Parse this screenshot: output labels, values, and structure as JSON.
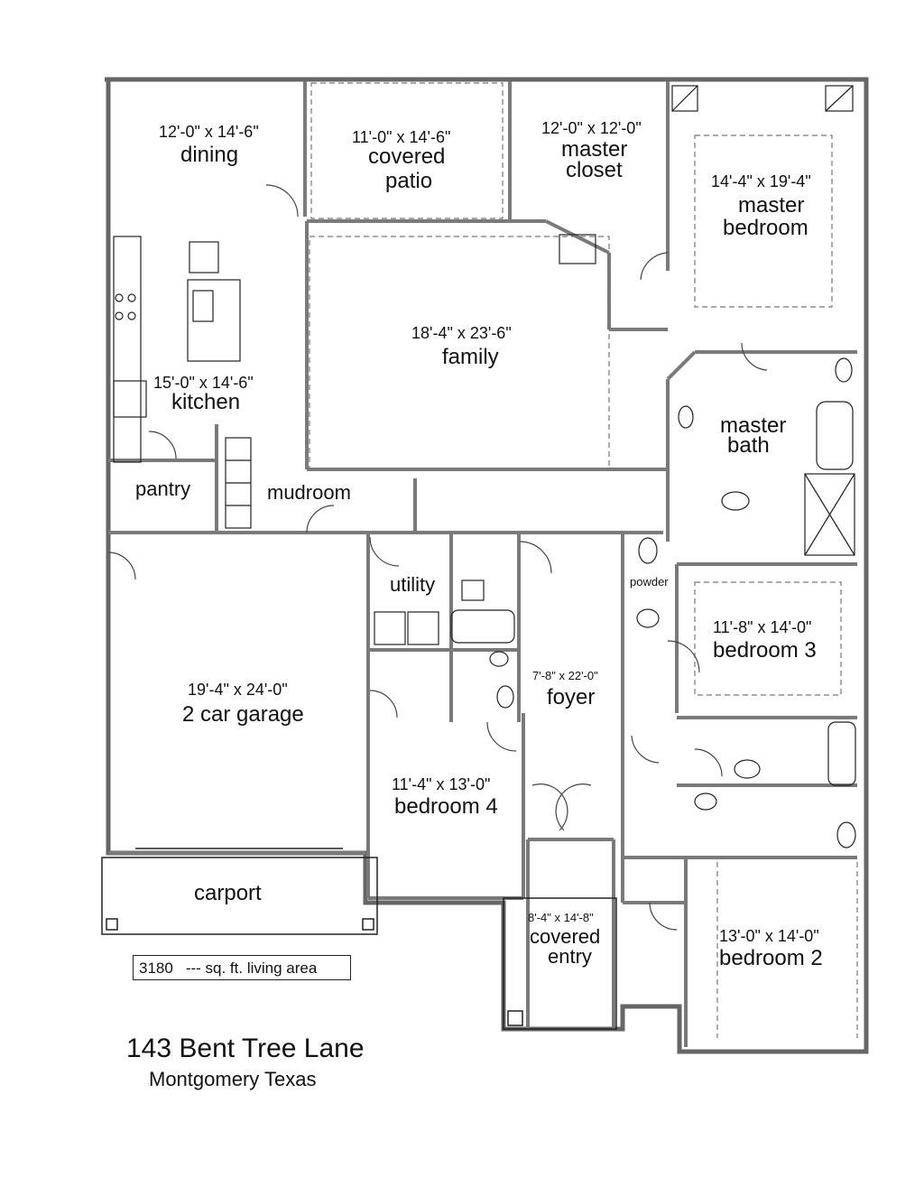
{
  "rooms": {
    "dining": {
      "dim": "12'-0\" x 14'-6\"",
      "name": "dining"
    },
    "patio": {
      "dim": "11'-0\" x 14'-6\"",
      "name_line1": "covered",
      "name_line2": "patio"
    },
    "master_closet": {
      "dim": "12'-0\" x 12'-0\"",
      "name_line1": "master",
      "name_line2": "closet"
    },
    "master_bedroom": {
      "dim": "14'-4\" x 19'-4\"",
      "name_line1": "master",
      "name_line2": "bedroom"
    },
    "family": {
      "dim": "18'-4\" x 23'-6\"",
      "name": "family"
    },
    "kitchen": {
      "dim": "15'-0\" x 14'-6\"",
      "name": "kitchen"
    },
    "master_bath": {
      "name_line1": "master",
      "name_line2": "bath"
    },
    "pantry": {
      "name": "pantry"
    },
    "mudroom": {
      "name": "mudroom"
    },
    "utility": {
      "name": "utility"
    },
    "powder": {
      "name": "powder"
    },
    "garage": {
      "dim": "19'-4\" x 24'-0\"",
      "name": "2 car garage"
    },
    "foyer": {
      "dim": "7'-8\" x 22'-0\"",
      "name": "foyer"
    },
    "bedroom3": {
      "dim": "11'-8\" x 14'-0\"",
      "name": "bedroom 3"
    },
    "bedroom4": {
      "dim": "11'-4\" x 13'-0\"",
      "name": "bedroom 4"
    },
    "carport": {
      "name": "carport"
    },
    "covered_entry": {
      "dim": "8'-4\" x 14'-8\"",
      "name_line1": "covered",
      "name_line2": "entry"
    },
    "bedroom2": {
      "dim": "13'-0\" x 14'-0\"",
      "name": "bedroom 2"
    }
  },
  "area": {
    "value": "3180",
    "label": "--- sq. ft. living area"
  },
  "address": {
    "street": "143 Bent Tree Lane",
    "city": "Montgomery Texas"
  },
  "colors": {
    "wall": "#7a7a7a",
    "line": "#222222",
    "dash": "#777777"
  }
}
